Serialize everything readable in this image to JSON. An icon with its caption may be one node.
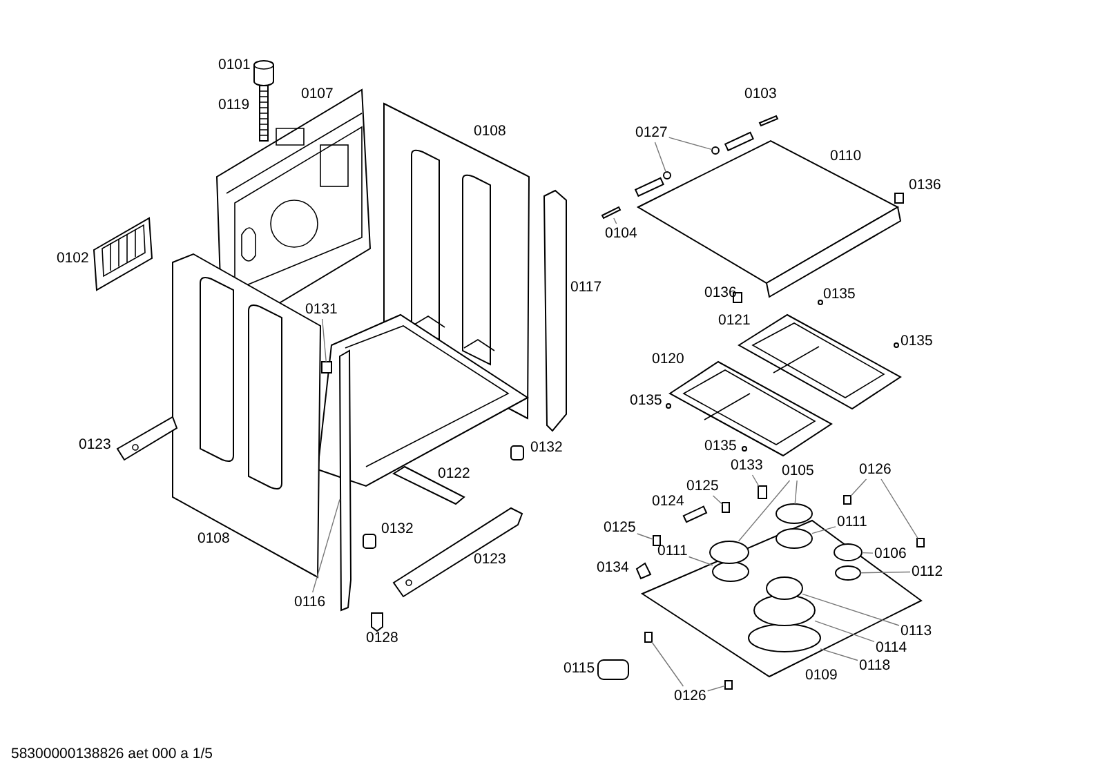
{
  "diagram": {
    "nodes": [
      {
        "text": [
          "0127"
        ]
      },
      {
        "text": [
          "0104"
        ]
      },
      {
        "text": [
          "0131"
        ]
      },
      {
        "text": [
          "0105"
        ]
      },
      {
        "text": [
          "0133"
        ]
      },
      {
        "text": [
          "0126"
        ]
      },
      {
        "text": [
          "0125"
        ]
      },
      {
        "text": [
          "0125"
        ]
      },
      {
        "text": [
          "0111"
        ]
      },
      {
        "text": [
          "0111"
        ]
      },
      {
        "text": [
          "0106"
        ]
      },
      {
        "text": [
          "0112"
        ]
      },
      {
        "text": [
          "0116"
        ]
      },
      {
        "text": [
          "0113"
        ]
      },
      {
        "text": [
          "0114"
        ]
      },
      {
        "text": [
          "0118"
        ]
      },
      {
        "text": [
          "0126"
        ]
      },
      {
        "text": [],
        "shape": "circle"
      },
      {
        "text": [],
        "shape": "circle"
      },
      {
        "text": [],
        "shape": "bar"
      },
      {
        "text": [],
        "shape": "box"
      },
      {
        "text": [],
        "shape": "circle"
      },
      {
        "text": [],
        "shape": "circle"
      },
      {
        "text": [],
        "shape": "box"
      },
      {
        "text": [],
        "shape": "box"
      },
      {
        "text": [],
        "shape": "box"
      },
      {
        "text": [],
        "shape": "box"
      },
      {
        "text": [],
        "shape": "box"
      },
      {
        "text": [],
        "shape": "circle"
      },
      {
        "text": [],
        "shape": "circle"
      },
      {
        "text": [],
        "shape": "circle"
      },
      {
        "text": [],
        "shape": "circle"
      },
      {
        "text": [],
        "shape": "bar"
      },
      {
        "text": [],
        "shape": "circle"
      },
      {
        "text": [],
        "shape": "circle"
      },
      {
        "text": [],
        "shape": "circle"
      },
      {
        "text": [],
        "shape": "box"
      },
      {
        "text": [],
        "shape": "box"
      }
    ],
    "edges": [
      {
        "from": 0,
        "to": 17,
        "arrow": "none"
      },
      {
        "from": 0,
        "to": 18,
        "arrow": "none"
      },
      {
        "from": 1,
        "to": 19,
        "arrow": "none"
      },
      {
        "from": 2,
        "to": 20,
        "arrow": "none"
      },
      {
        "from": 3,
        "to": 21,
        "arrow": "none"
      },
      {
        "from": 3,
        "to": 22,
        "arrow": "none"
      },
      {
        "from": 4,
        "to": 23,
        "arrow": "none"
      },
      {
        "from": 5,
        "to": 24,
        "arrow": "none"
      },
      {
        "from": 5,
        "to": 25,
        "arrow": "none"
      },
      {
        "from": 6,
        "to": 26,
        "arrow": "none"
      },
      {
        "from": 7,
        "to": 27,
        "arrow": "none"
      },
      {
        "from": 8,
        "to": 28,
        "arrow": "none"
      },
      {
        "from": 9,
        "to": 29,
        "arrow": "none"
      },
      {
        "from": 10,
        "to": 30,
        "arrow": "none"
      },
      {
        "from": 11,
        "to": 31,
        "arrow": "none"
      },
      {
        "from": 12,
        "to": 32,
        "arrow": "none"
      },
      {
        "from": 13,
        "to": 33,
        "arrow": "none"
      },
      {
        "from": 14,
        "to": 34,
        "arrow": "none"
      },
      {
        "from": 15,
        "to": 35,
        "arrow": "none"
      },
      {
        "from": 16,
        "to": 36,
        "arrow": "none"
      },
      {
        "from": 16,
        "to": 37,
        "arrow": "none"
      }
    ],
    "labels": [
      "0101",
      "0103",
      "0107",
      "0119",
      "0108",
      "0110",
      "0136",
      "0102",
      "0117",
      "0136",
      "0135",
      "0121",
      "0135",
      "0120",
      "0135",
      "0123",
      "0135",
      "0132",
      "0122",
      "0124",
      "0108",
      "0132",
      "0134",
      "0123",
      "0128",
      "0115",
      "0109",
      "58300000138826 aet 000 a 1/5"
    ]
  }
}
